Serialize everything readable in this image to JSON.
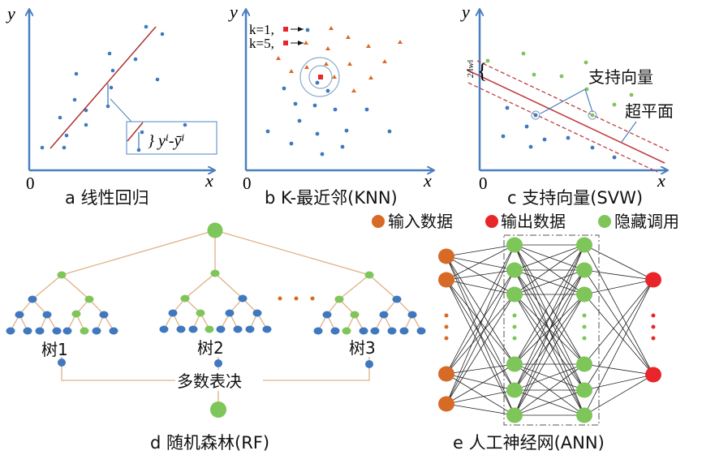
{
  "panels": {
    "a": {
      "caption": "a 线性回归",
      "y_axis": "y",
      "x_axis": "x",
      "origin": "0",
      "residual_label": "} yⁱ-ȳⁱ"
    },
    "b": {
      "caption": "b K-最近邻(KNN)",
      "y_axis": "y",
      "x_axis": "x",
      "origin": "0",
      "k1_label": "k=1,",
      "k5_label": "k=5,"
    },
    "c": {
      "caption": "c 支持向量(SVW)",
      "y_axis": "y",
      "x_axis": "x",
      "origin": "0",
      "support_vector_label": "支持向量",
      "hyperplane_label": "超平面",
      "margin_label": "2/‖w‖"
    },
    "d": {
      "caption": "d 随机森林(RF)",
      "tree1": "树1",
      "tree2": "树2",
      "tree3": "树3",
      "vote_label": "多数表决"
    },
    "e": {
      "caption": "e 人工神经网(ANN)"
    }
  },
  "legend": [
    {
      "label": "输入数据",
      "color": "#d86a27"
    },
    {
      "label": "输出数据",
      "color": "#e8262a"
    },
    {
      "label": "隐藏调用",
      "color": "#7ec55a"
    }
  ],
  "colors": {
    "axis": "#4a7fbf",
    "point_blue": "#3f78bf",
    "orange": "#d86a27",
    "red": "#e8262a",
    "green": "#7ec55a",
    "fit_line": "#b03030",
    "tree_edge": "#e0b184"
  }
}
